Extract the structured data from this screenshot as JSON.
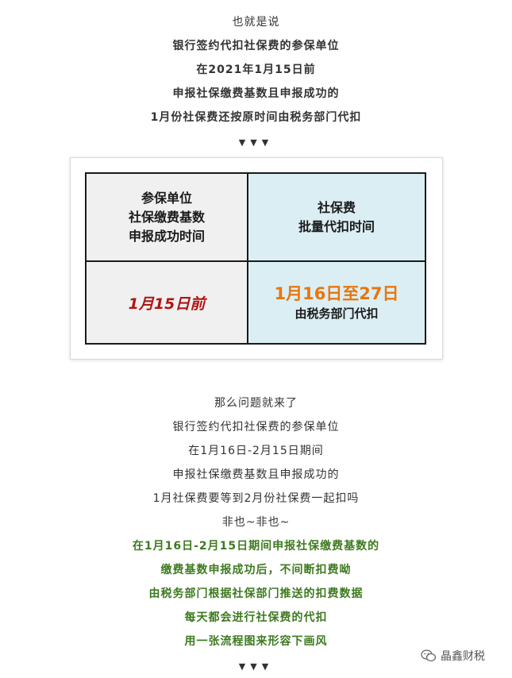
{
  "intro_lines": [
    "也就是说",
    "银行签约代扣社保费的参保单位",
    "在2021年1月15日前",
    "申报社保缴费基数且申报成功的",
    "1月份社保费还按原时间由税务部门代扣"
  ],
  "arrows": "▼▼▼",
  "table": {
    "header_left": [
      "参保单位",
      "社保缴费基数",
      "申报成功时间"
    ],
    "header_right": [
      "社保费",
      "批量代扣时间"
    ],
    "cell_left": "1月15日前",
    "cell_right_main": "1月16日至27日",
    "cell_right_sub": "由税务部门代扣"
  },
  "mid_lines": [
    "那么问题就来了",
    "银行签约代扣社保费的参保单位",
    "在1月16日-2月15日期间",
    "申报社保缴费基数且申报成功的",
    "1月社保费要等到2月份社保费一起扣吗",
    "非也~非也~"
  ],
  "green_lines": [
    "在1月16日-2月15日期间申报社保缴费基数的",
    "缴费基数申报成功后，不间断扣费呦",
    "由税务部门根据社保部门推送的扣费数据",
    "每天都会进行社保费的代扣",
    "用一张流程图来形容下画风"
  ],
  "watermark": "晶鑫财税",
  "colors": {
    "green": "#3d7a1f",
    "red": "#b01515",
    "orange": "#e8760f",
    "blue_cell": "#dbeef4",
    "gray_cell": "#f0f0f0"
  }
}
